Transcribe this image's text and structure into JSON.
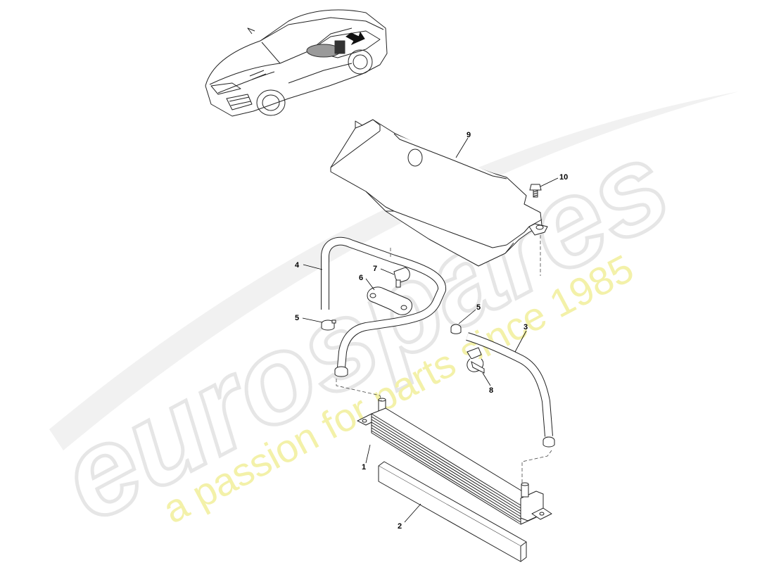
{
  "watermark": {
    "brand": "eurospares",
    "tagline": "a passion for parts since 1985",
    "brand_color": "#e9e9e9",
    "tagline_color": "#f3f1a9"
  },
  "callouts": [
    {
      "id": "1",
      "label": "1"
    },
    {
      "id": "2",
      "label": "2"
    },
    {
      "id": "3",
      "label": "3"
    },
    {
      "id": "4",
      "label": "4"
    },
    {
      "id": "5a",
      "label": "5"
    },
    {
      "id": "5b",
      "label": "5"
    },
    {
      "id": "6",
      "label": "6"
    },
    {
      "id": "7",
      "label": "7"
    },
    {
      "id": "8",
      "label": "8"
    },
    {
      "id": "9",
      "label": "9"
    },
    {
      "id": "10",
      "label": "10"
    }
  ],
  "icons": {
    "car": "car-thumbnail-icon",
    "arrow": "location-arrow-icon"
  }
}
